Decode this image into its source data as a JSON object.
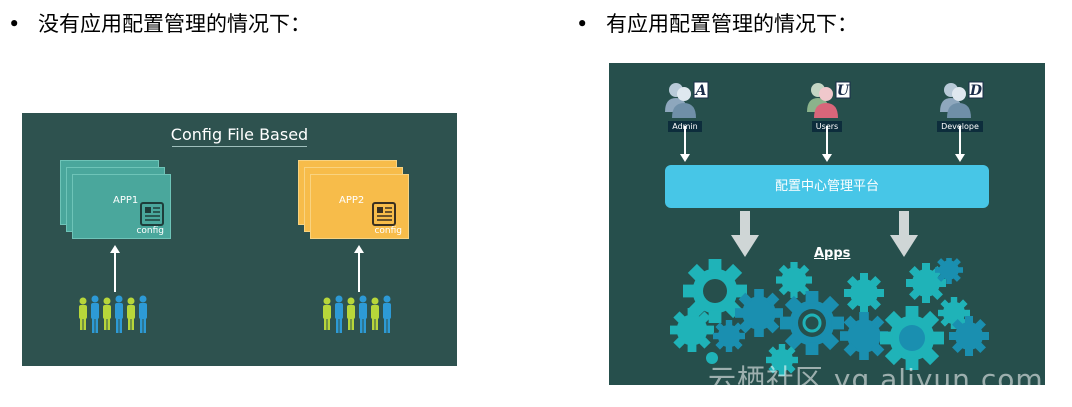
{
  "bullets": {
    "left": "没有应用配置管理的情况下：",
    "right": "有应用配置管理的情况下："
  },
  "left_diagram": {
    "title": "Config File Based",
    "apps": [
      {
        "label": "APP1",
        "config_label": "config",
        "color": "#4aa79c"
      },
      {
        "label": "APP2",
        "config_label": "config",
        "color": "#f7bc4a"
      }
    ]
  },
  "right_diagram": {
    "roles": [
      {
        "letter": "A",
        "label": "Admin"
      },
      {
        "letter": "U",
        "label": "Users"
      },
      {
        "letter": "D",
        "label": "Develope"
      }
    ],
    "platform": "配置中心管理平台",
    "apps_label": "Apps",
    "platform_color": "#47c6e7"
  },
  "watermark": "云栖社区 yq.aliyun.com"
}
